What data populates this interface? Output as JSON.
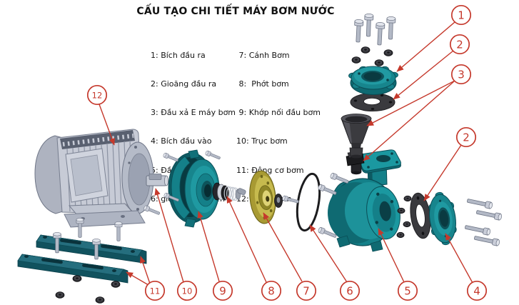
{
  "title": "CẤU TẠO CHI TIẾT MÁY BƠM NƯỚC",
  "legend": {
    "col1": [
      "1: Bích đầu ra",
      "2: Gioăng đầu ra",
      "3: Đầu xả E máy bơm",
      "4: Bích đầu vào",
      "5: Đầu bơm",
      "6: gioăng đầu bơm"
    ],
    "col2": [
      " 7: Cánh Bơm",
      " 8:  Phớt bơm",
      " 9: Khớp nối đầu bơm",
      "10: Trục bơm",
      "11: Động cơ bơm",
      "12: Chân bơm"
    ]
  },
  "callouts": [
    {
      "label": "1",
      "target": "outlet-flange"
    },
    {
      "label": "2",
      "target": "outlet-gasket"
    },
    {
      "label": "3",
      "target": "drain-plug-and-funnel"
    },
    {
      "label": "2",
      "target": "inlet-gasket"
    },
    {
      "label": "12",
      "target": "motor-body"
    },
    {
      "label": "11",
      "target": "base-rails"
    },
    {
      "label": "10",
      "target": "pump-shaft"
    },
    {
      "label": "9",
      "target": "coupling-bracket"
    },
    {
      "label": "8",
      "target": "mechanical-seal"
    },
    {
      "label": "7",
      "target": "impeller"
    },
    {
      "label": "6",
      "target": "pump-o-ring"
    },
    {
      "label": "5",
      "target": "pump-head"
    },
    {
      "label": "4",
      "target": "inlet-flange"
    }
  ],
  "colors": {
    "callout_red": "#c5392c",
    "part_teal": "#17858d",
    "part_teal_dark": "#0d5a62",
    "impeller_yellow": "#b9ad3c",
    "rubber_dark": "#3a3a3e",
    "metal_gray": "#c6cad5",
    "background": "#ffffff"
  }
}
